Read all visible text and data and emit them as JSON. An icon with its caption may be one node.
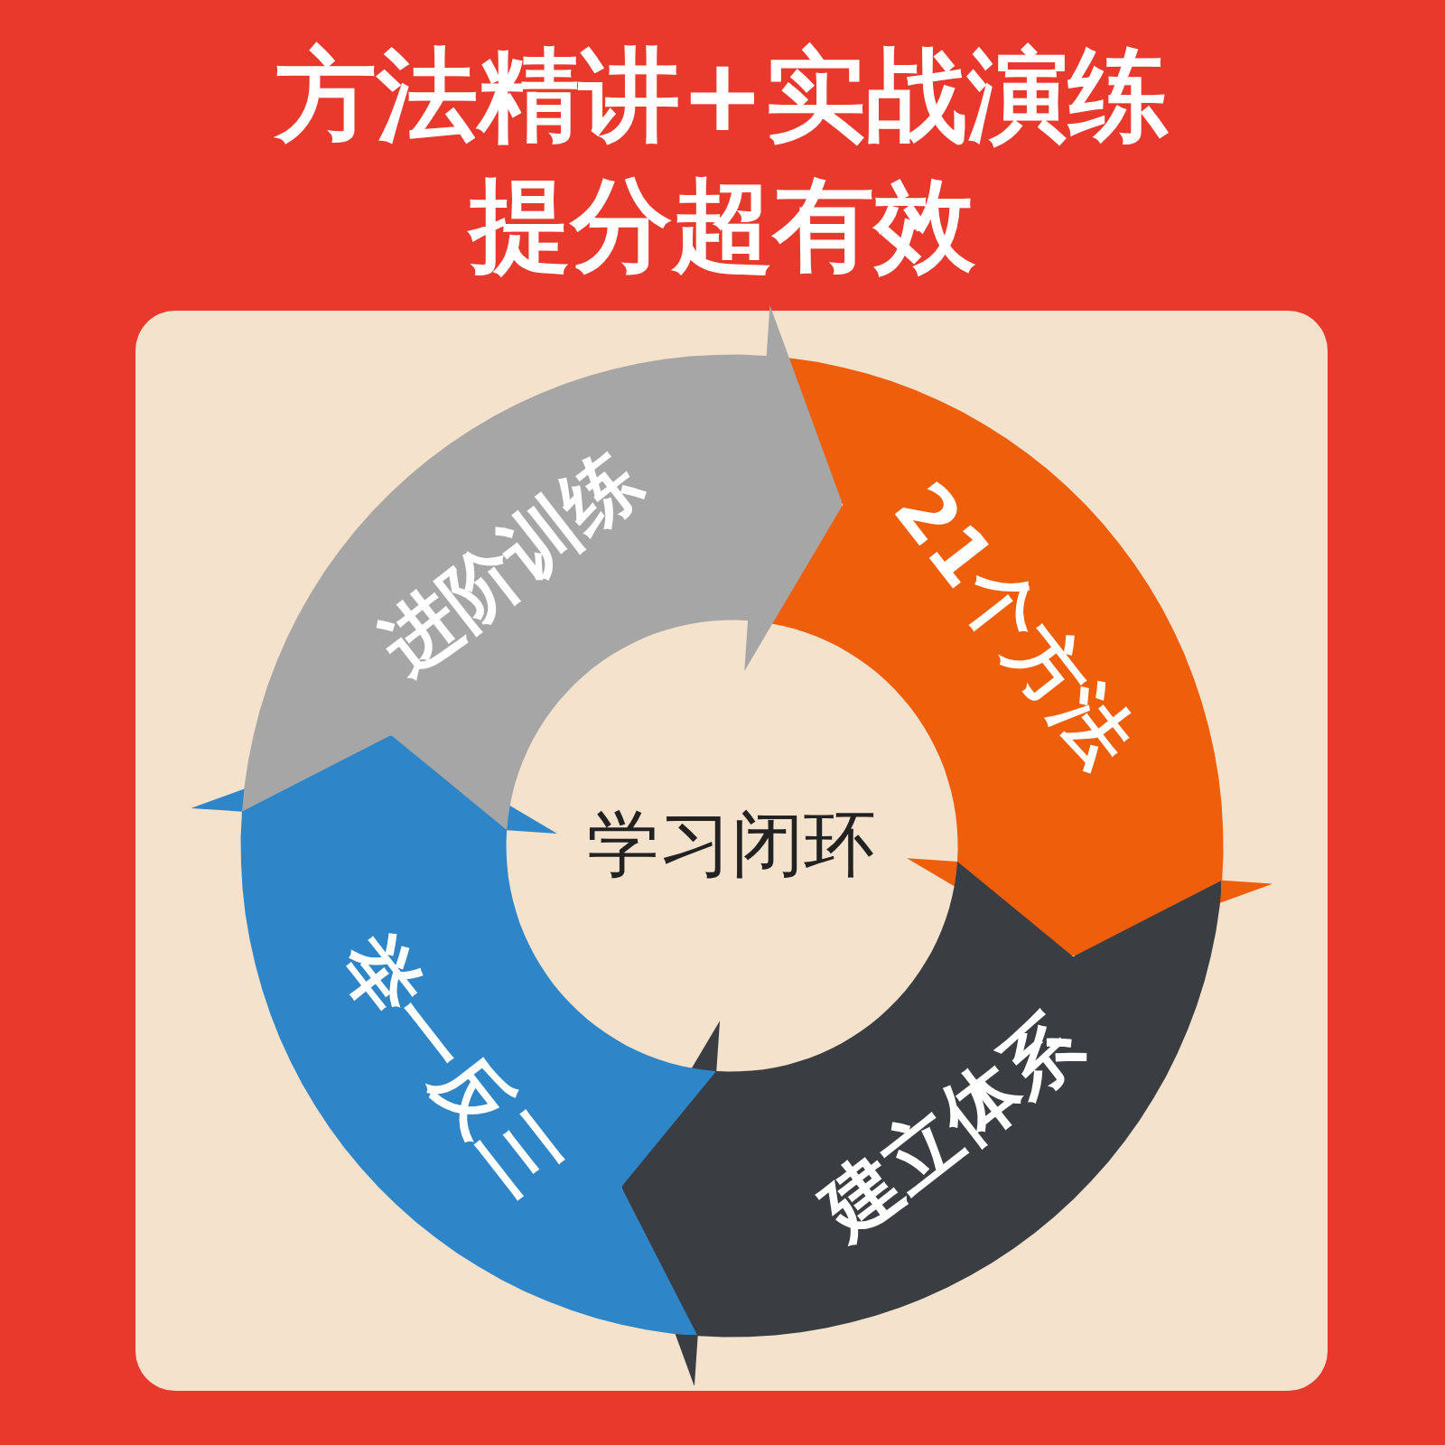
{
  "diagram": {
    "title": "方法精讲+实战演练提分超有效",
    "nodes": [
      {
        "text": [
          "21个方法"
        ]
      },
      {
        "text": [
          "建立体系"
        ]
      },
      {
        "text": [
          "举一反三"
        ]
      },
      {
        "text": [
          "进阶训练"
        ]
      }
    ],
    "labels": [
      "学习闭环"
    ]
  }
}
